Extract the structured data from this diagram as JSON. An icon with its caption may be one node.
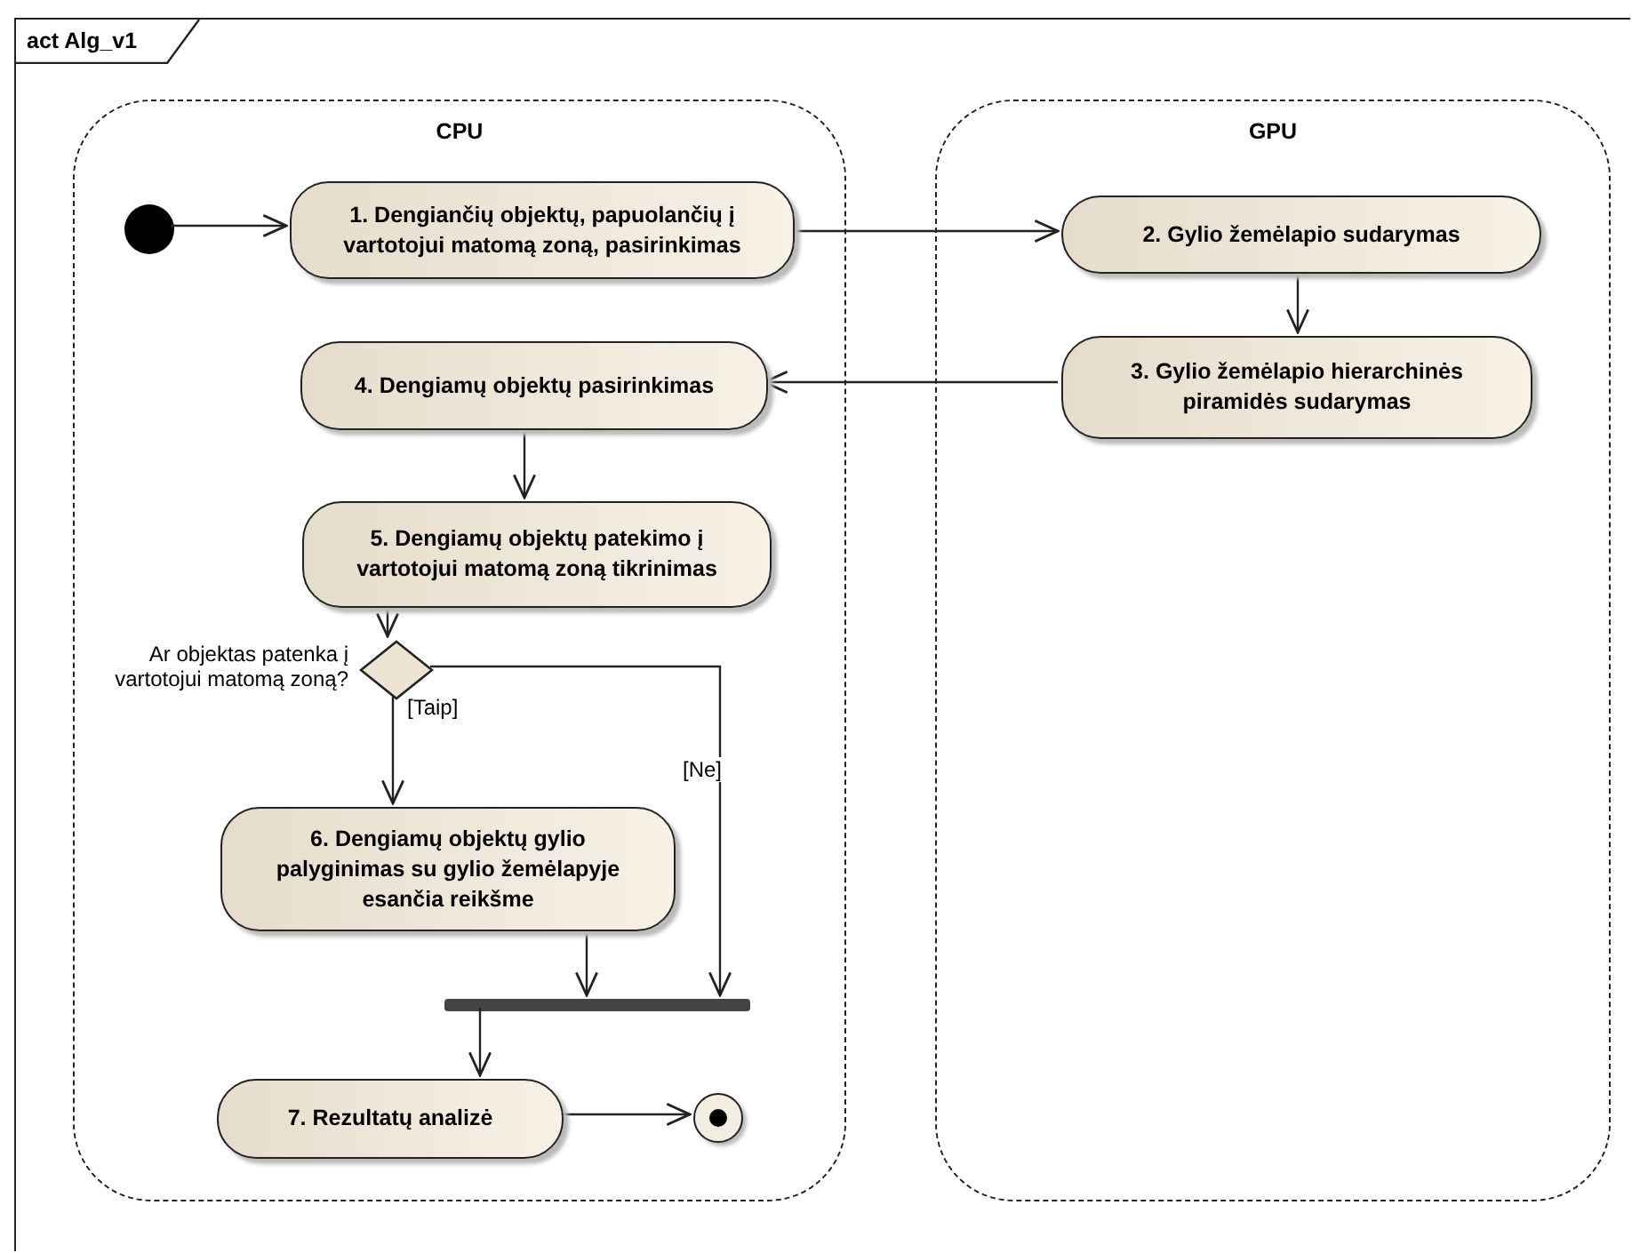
{
  "diagram": {
    "nodes": [
      {
        "text": [
          "act Alg_v1"
        ]
      },
      {
        "text": [
          "CPU"
        ],
        "in": 0
      },
      {
        "text": [
          "GPU"
        ],
        "in": 0
      },
      {
        "text": [],
        "shape": "circle",
        "in": 1
      },
      {
        "text": [
          "1. Dengiančių objektų, papuolančių į vartotojui matomą zoną, pasirinkimas"
        ],
        "in": 1
      },
      {
        "text": [
          "2. Gylio žemėlapio sudarymas"
        ],
        "in": 2
      },
      {
        "text": [
          "3. Gylio žemėlapio hierarchinės piramidės sudarymas"
        ],
        "in": 2
      },
      {
        "text": [
          "4. Dengiamų objektų pasirinkimas"
        ],
        "in": 1
      },
      {
        "text": [
          "5. Dengiamų objektų patekimo į vartotojui matomą zoną tikrinimas"
        ],
        "in": 1
      },
      {
        "text": [],
        "shape": "diamond",
        "beside": [
          "Ar objektas patenka į vartotojui matomą zoną?"
        ],
        "in": 1
      },
      {
        "text": [
          "6. Dengiamų objektų gylio palyginimas su gylio žemėlapyje esančia reikšme"
        ],
        "in": 1
      },
      {
        "text": [],
        "shape": "bar",
        "in": 1
      },
      {
        "text": [
          "7. Rezultatų analizė"
        ],
        "in": 1
      },
      {
        "text": [],
        "shape": "circle",
        "in": 1
      }
    ],
    "edges": [
      {
        "from": 3,
        "to": 4,
        "arrow": "to"
      },
      {
        "from": 4,
        "to": 5,
        "arrow": "to"
      },
      {
        "from": 5,
        "to": 6,
        "arrow": "to"
      },
      {
        "from": 6,
        "to": 7,
        "arrow": "to"
      },
      {
        "from": 7,
        "to": 8,
        "arrow": "to"
      },
      {
        "from": 8,
        "to": 9,
        "arrow": "to"
      },
      {
        "from": 9,
        "to": 10,
        "label": "[Taip]",
        "arrow": "to"
      },
      {
        "from": 9,
        "to": 11,
        "label": "[Ne]",
        "arrow": "to"
      },
      {
        "from": 10,
        "to": 11,
        "arrow": "to"
      },
      {
        "from": 11,
        "to": 12,
        "arrow": "to"
      },
      {
        "from": 12,
        "to": 13,
        "arrow": "to"
      }
    ]
  }
}
